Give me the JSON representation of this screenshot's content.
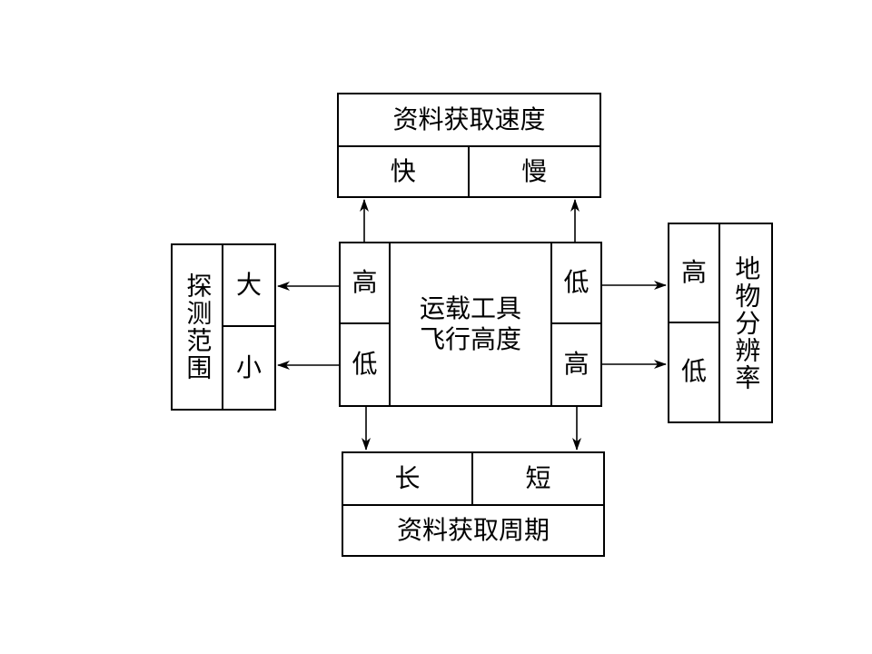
{
  "top_box": {
    "title": "资料获取速度",
    "left": "快",
    "right": "慢"
  },
  "bottom_box": {
    "left": "长",
    "right": "短",
    "title": "资料获取周期"
  },
  "center_box": {
    "left_top": "高",
    "left_bottom": "低",
    "middle": "运载工具\n飞行高度",
    "right_top": "低",
    "right_bottom": "高"
  },
  "left_box": {
    "title": "探测范围",
    "top": "大",
    "bottom": "小"
  },
  "right_box": {
    "top": "高",
    "bottom": "低",
    "title": "地物分辨率"
  }
}
